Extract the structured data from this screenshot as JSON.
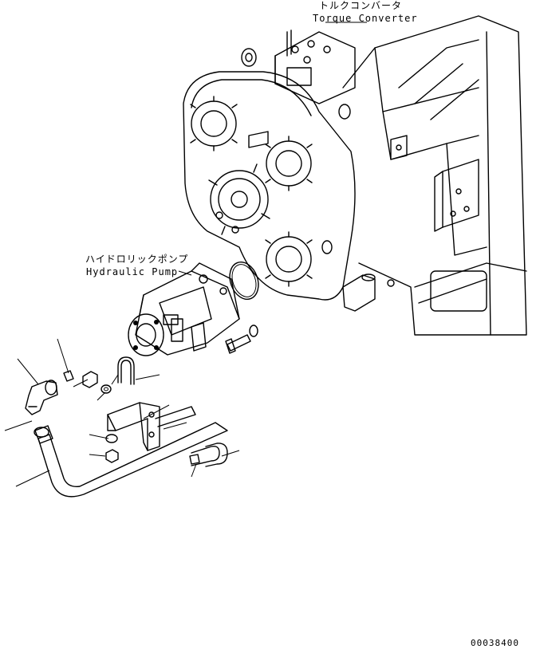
{
  "labels": {
    "torque_converter_jp": "トルクコンバータ",
    "torque_converter_en": "Torque Converter",
    "hydraulic_pump_jp": "ハイドロリックポンプ",
    "hydraulic_pump_en": "Hydraulic Pump",
    "drawing_number": "00038400"
  },
  "colors": {
    "ink": "#000000",
    "paper": "#ffffff"
  }
}
